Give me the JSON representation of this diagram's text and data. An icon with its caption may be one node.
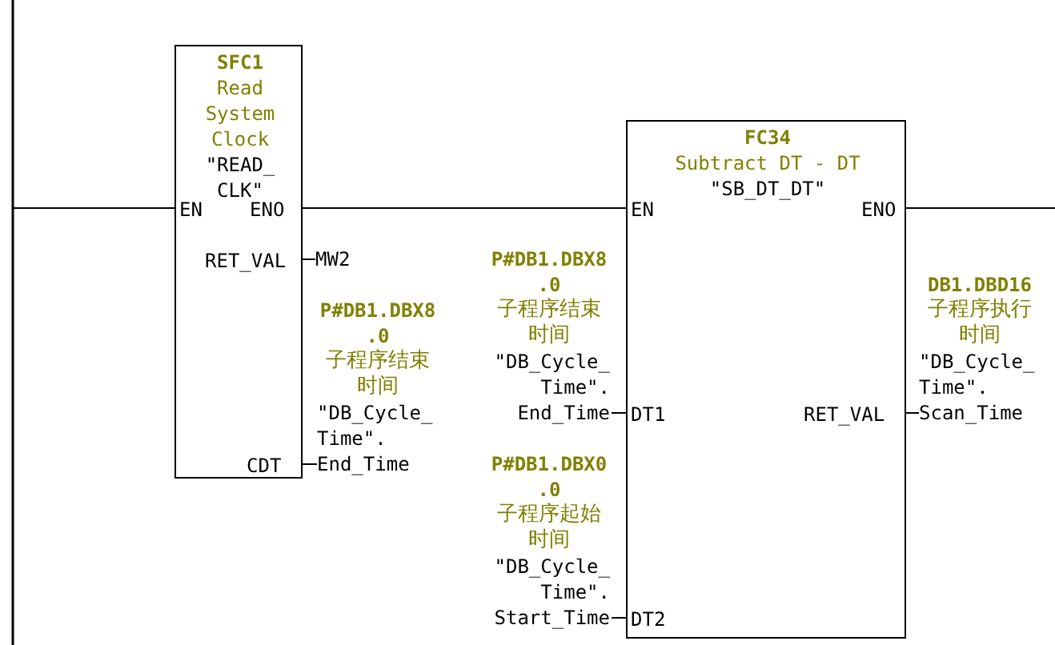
{
  "diagram": {
    "nodes": [
      {
        "text": [],
        "shape": "bar"
      },
      {
        "text": [
          "SFC1",
          "Read System Clock",
          "\"READ_ CLK\"",
          "EN",
          "ENO",
          "RET_VAL",
          "CDT"
        ]
      },
      {
        "text": [
          "MW2"
        ]
      },
      {
        "text": [
          "P#DB1.DBX8 .0",
          "子程序结束时间",
          "\"DB_Cycle_ Time\". End_Time"
        ]
      },
      {
        "text": [
          "FC34",
          "Subtract DT - DT",
          "\"SB_DT_DT\"",
          "EN",
          "ENO",
          "DT1",
          "RET_VAL",
          "DT2"
        ]
      },
      {
        "text": [
          "P#DB1.DBX8 .0",
          "子程序结束时间",
          "\"DB_Cycle_ Time\". End_Time"
        ]
      },
      {
        "text": [
          "P#DB1.DBX0 .0",
          "子程序起始时间",
          "\"DB_Cycle_ Time\". Start_Time"
        ]
      },
      {
        "text": [
          "DB1.DBD16",
          "子程序执行时间",
          "\"DB_Cycle_ Time\". Scan_Time"
        ]
      }
    ],
    "edges": [
      {
        "from": 0,
        "to": 1,
        "arrow": "none"
      },
      {
        "from": 1,
        "to": 4,
        "arrow": "none"
      },
      {
        "from": 4,
        "to": null,
        "arrow": "none"
      },
      {
        "from": 1,
        "to": 2,
        "arrow": "none"
      },
      {
        "from": 1,
        "to": 3,
        "arrow": "none"
      },
      {
        "from": 5,
        "to": 4,
        "arrow": "none"
      },
      {
        "from": 6,
        "to": 4,
        "arrow": "none"
      },
      {
        "from": 4,
        "to": 7,
        "arrow": "none"
      }
    ]
  }
}
